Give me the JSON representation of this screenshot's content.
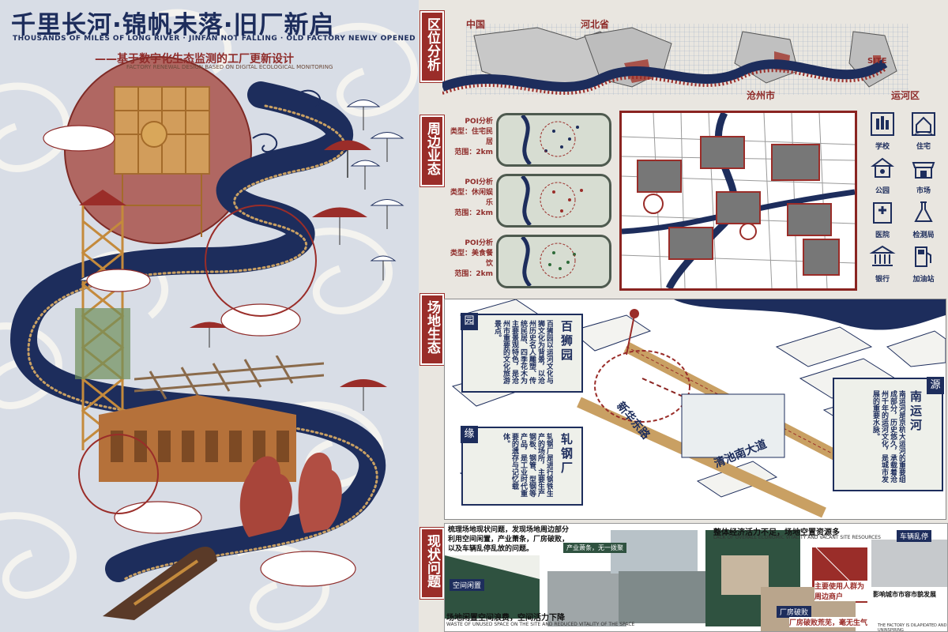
{
  "poster": {
    "title": "千里长河·锦帆未落·旧厂新启",
    "subtitle_en": "THOUSANDS OF MILES OF LONG RIVER · JINFAN NOT FALLING · OLD FACTORY NEWLY OPENED",
    "subtitle_cn": "——基于数字化生态监测的工厂更新设计",
    "subtitle_en2": "FACTORY RENEWAL DESIGN BASED ON DIGITAL ECOLOGICAL MONITORING"
  },
  "sections": {
    "location": "区位分析",
    "surroundings": "周边业态",
    "ecology": "场地生态",
    "problems": "现状问题"
  },
  "location": {
    "china": "中国",
    "hebei": "河北省",
    "cangzhou": "沧州市",
    "yunhe": "运河区",
    "site": "SITE"
  },
  "poi": [
    {
      "title": "POI分析",
      "type": "类型：住宅民居",
      "range": "范围：2km"
    },
    {
      "title": "POI分析",
      "type": "类型：休闲娱乐",
      "range": "范围：2km"
    },
    {
      "title": "POI分析",
      "type": "类型：美食餐饮",
      "range": "范围：2km"
    }
  ],
  "facilities": [
    {
      "icon": "school-icon",
      "label": "学校"
    },
    {
      "icon": "house-icon",
      "label": "住宅"
    },
    {
      "icon": "park-icon",
      "label": "公园"
    },
    {
      "icon": "market-icon",
      "label": "市场"
    },
    {
      "icon": "hospital-icon",
      "label": "医院"
    },
    {
      "icon": "lab-icon",
      "label": "检测局"
    },
    {
      "icon": "bank-icon",
      "label": "银行"
    },
    {
      "icon": "fuel-icon",
      "label": "加油站"
    }
  ],
  "ecology": {
    "garden_tag": "园",
    "garden_name": "百狮园",
    "garden_desc": "百狮园以运河文化与狮文化为背景，以沧州历史名人雕塑、传统民居、四季花木为主要景观特色，是沧州市重要的文化旅游景点。",
    "rolling_tag": "缘",
    "rolling_name": "轧钢厂",
    "rolling_desc": "轧钢厂是进行钢铁生产的场所，主要生产钢板、钢管、型钢等产品，是工业时代重要的遗存与记忆载体。",
    "source_tag": "源",
    "source_name": "南运河",
    "source_desc": "南运河是京杭大运河的重要组成部分，历史悠久，承载着沧州千年的运河文化，是城市发展的重要水脉。",
    "road1": "清池南大道",
    "road2": "新华东路"
  },
  "problems": {
    "p1": "梳理场地现状问题，发现场地周边部分利用空间闲置，产业萧条，厂房破败，以及车辆乱停乱放的问题。",
    "p1_tag": "产业萧条，无一拨聚",
    "p2": "整体经济活力不足，场地空置资源多",
    "p2_en": "LACK OF OVERALL ECONOMIC VITALITY AND VACANT SITE RESOURCES",
    "p3": "场地闲置空间浪费，空间活力下降",
    "p3_en": "WASTE OF UNUSED SPACE ON THE SITE AND REDUCED VITALITY OF THE SPACE",
    "p4": "主要使用人群为周边商户",
    "p5": "影响城市市容市貌发展",
    "p6": "厂房破败荒芜，毫无生气",
    "p6_en": "THE FACTORY IS DILAPIDATED AND UNINSPIRING",
    "tag_idle": "空间闲置",
    "tag_ruin": "厂房破败",
    "tag_park": "车辆乱停"
  },
  "colors": {
    "navy": "#1d2d5c",
    "red": "#9a2d29",
    "wood": "#c48a3c",
    "green": "#4e5a4f"
  }
}
